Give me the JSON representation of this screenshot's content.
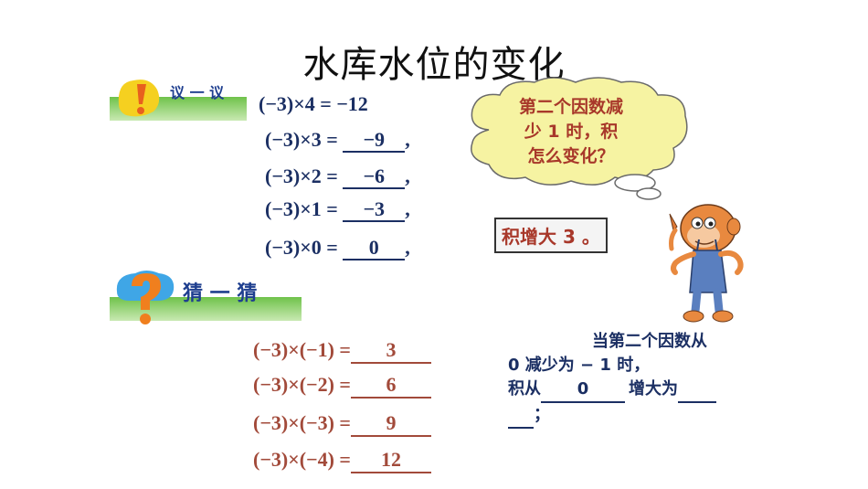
{
  "title": "水库水位的变化",
  "discuss": {
    "label": "议 一 议"
  },
  "guess": {
    "label": "猜 一 猜"
  },
  "equations": [
    {
      "lhs": "(−3)×4 = −12",
      "answer": ""
    },
    {
      "lhs": "(−3)×3 = ",
      "answer": "−9",
      "tail": ","
    },
    {
      "lhs": "(−3)×2 = ",
      "answer": "−6",
      "tail": ","
    },
    {
      "lhs": "(−3)×1 = ",
      "answer": "−3",
      "tail": ","
    },
    {
      "lhs": "(−3)×0 = ",
      "answer": "0",
      "tail": ","
    }
  ],
  "guess_equations": [
    {
      "lhs": "(−3)×(−1) =",
      "answer": "3"
    },
    {
      "lhs": "(−3)×(−2) =",
      "answer": "6"
    },
    {
      "lhs": "(−3)×(−3) =",
      "answer": "9"
    },
    {
      "lhs": "(−3)×(−4) =",
      "answer": "12"
    }
  ],
  "cloud": {
    "line1": "第二个因数减",
    "line2": "少  1 时，积",
    "line3": "怎么变化？"
  },
  "result_box": "积增大  3  。",
  "bottom": {
    "line1": "当第二个因数从",
    "line2": "0  减少为  − 1 时，",
    "line3_prefix": "积从",
    "line3_blank": "0",
    "line3_mid": "增大为",
    "line4_tail": "；"
  },
  "colors": {
    "band_green": "#6fc24a",
    "navy": "#1b2f63",
    "red_brown": "#a24a3a",
    "cloud_yellow": "#f6f3a2"
  }
}
